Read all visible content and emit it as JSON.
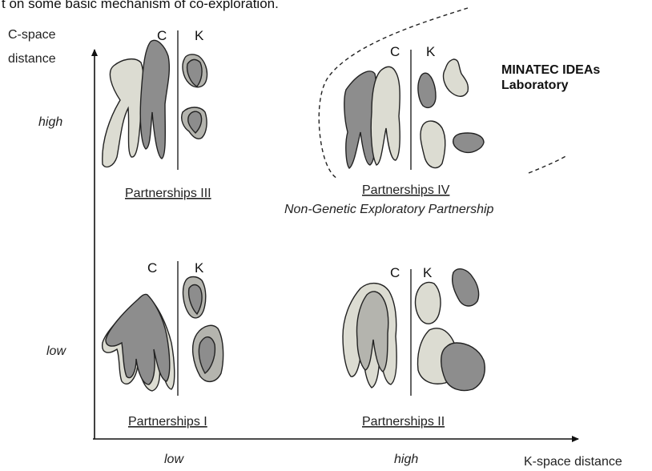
{
  "top_text": "t on some basic mechanism of co-exploration.",
  "y_axis_label_line1": "C-space",
  "y_axis_label_line2": "distance",
  "x_axis_label": "K-space distance",
  "y_ticks": {
    "high": "high",
    "low": "low"
  },
  "x_ticks": {
    "low": "low",
    "high": "high"
  },
  "panel_letters": {
    "c": "C",
    "k": "K"
  },
  "panels": {
    "p3": {
      "title": "Partnerships III"
    },
    "p4": {
      "title": "Partnerships IV",
      "subtitle": "Non-Genetic Exploratory Partnership"
    },
    "p1": {
      "title": "Partnerships I"
    },
    "p2": {
      "title": "Partnerships II"
    }
  },
  "lab_label_line1": "MINATEC IDEAs",
  "lab_label_line2": "Laboratory"
}
